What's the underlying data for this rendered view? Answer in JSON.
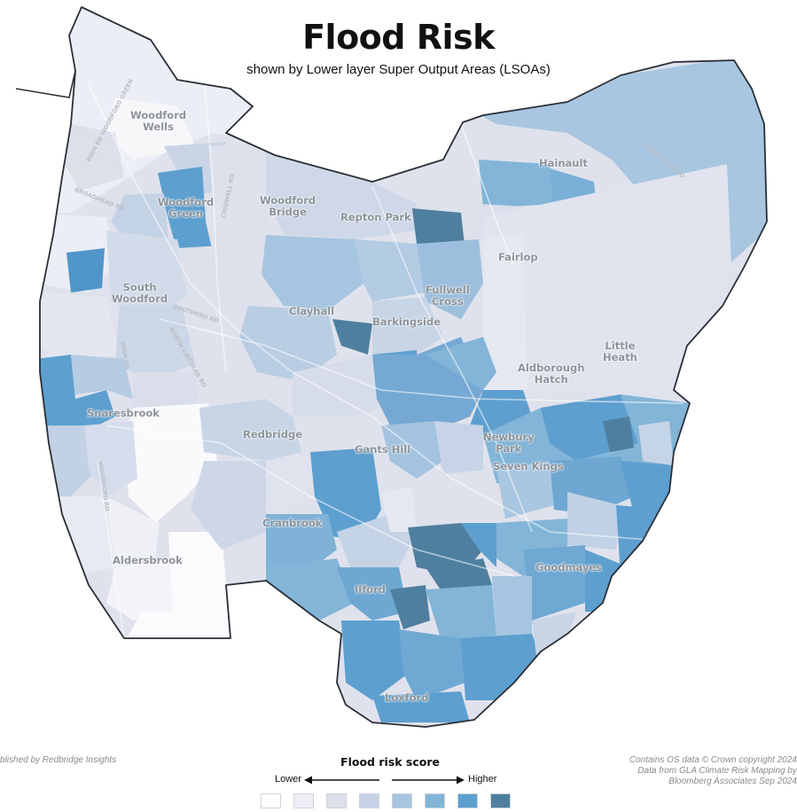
{
  "title": "Flood Risk",
  "subtitle": "shown by Lower layer Super Output Areas (LSOAs)",
  "places": [
    {
      "label": "Woodford\nWells"
    },
    {
      "label": "Woodford\nGreen"
    },
    {
      "label": "Woodford\nBridge"
    },
    {
      "label": "Repton Park"
    },
    {
      "label": "Hainault"
    },
    {
      "label": "Fairlop"
    },
    {
      "label": "South\nWoodford"
    },
    {
      "label": "Clayhall"
    },
    {
      "label": "Barkingside"
    },
    {
      "label": "Fullwell\nCross"
    },
    {
      "label": "Little\nHeath"
    },
    {
      "label": "Aldborough\nHatch"
    },
    {
      "label": "Snaresbrook"
    },
    {
      "label": "Redbridge"
    },
    {
      "label": "Gants Hill"
    },
    {
      "label": "Newbury\nPark"
    },
    {
      "label": "Seven Kings"
    },
    {
      "label": "Cranbrook"
    },
    {
      "label": "Aldersbrook"
    },
    {
      "label": "Ilford"
    },
    {
      "label": "Goodmayes"
    },
    {
      "label": "Loxford"
    }
  ],
  "roads": [
    {
      "label": "HIGH RD WOODFORD GREEN"
    },
    {
      "label": "BROADMEAD RD"
    },
    {
      "label": "SOUTHEND RD"
    },
    {
      "label": "NORTH CIRCULAR RD"
    },
    {
      "label": "HIGH RD"
    },
    {
      "label": "WOODFORD RD"
    },
    {
      "label": "FENCEPIECE RD"
    },
    {
      "label": "CHIGWELL RD"
    }
  ],
  "legend": {
    "title": "Flood risk score",
    "low_label": "Lower",
    "high_label": "Higher",
    "scale_colors": [
      "#ffffff",
      "#eeeff6",
      "#dcdfea",
      "#c6d3e6",
      "#a6c5e0",
      "#82b5d8",
      "#5d9fcf",
      "#4f7f9f"
    ]
  },
  "credits": {
    "left": "blished by Redbridge Insights",
    "right_lines": [
      "Contains OS data © Crown copyright 2024",
      "Data from GLA Climate Risk Mapping by",
      "Bloomberg Associates Sep 2024"
    ]
  }
}
